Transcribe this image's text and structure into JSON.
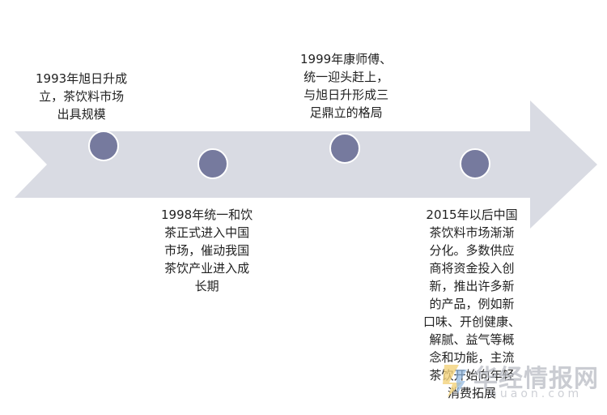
{
  "colors": {
    "arrow_fill": "#d9dbe3",
    "dot_fill": "#767a9e",
    "text": "#222222"
  },
  "milestones": [
    {
      "lines": [
        "1993年旭日升成",
        "立，茶饮料市场",
        "出具规模"
      ]
    },
    {
      "lines": [
        "1998年统一和饮",
        "茶正式进入中国",
        "市场，催动我国",
        "茶饮产业进入成",
        "长期"
      ]
    },
    {
      "lines": [
        "1999年康师傅、",
        "统一迎头赶上，",
        "与旭日升形成三",
        "足鼎立的格局"
      ]
    },
    {
      "lines": [
        "2015年以后中国",
        "茶饮料市场渐渐",
        "分化。多数供应",
        "商将资金投入创",
        "新，推出许多新",
        "的产品，例如新",
        "口味、开创健康、",
        "解腻、益气等概",
        "念和功能，主流",
        "茶饮开始向年轻",
        "消费拓展"
      ]
    }
  ],
  "watermark": {
    "brand": "华经情报网",
    "url": "huaon.com"
  }
}
